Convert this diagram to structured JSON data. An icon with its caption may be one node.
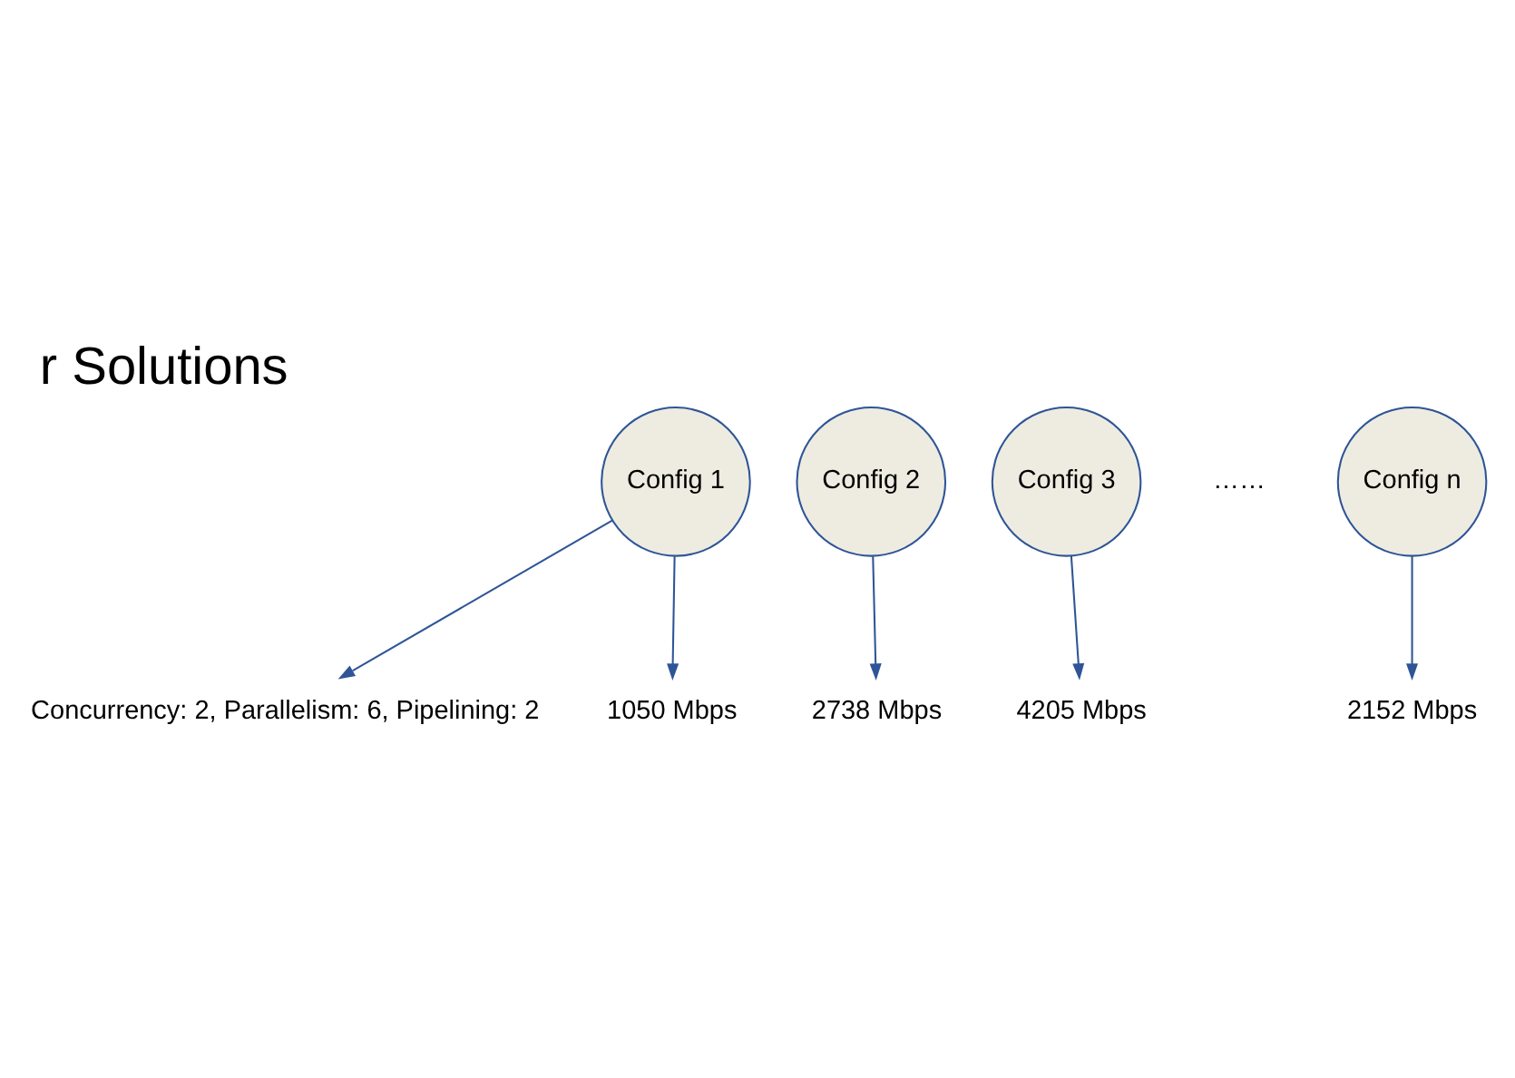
{
  "diagram": {
    "title": "r Solutions",
    "nodes": [
      {
        "text": [
          "Config 1"
        ]
      },
      {
        "text": [
          "Config 2"
        ]
      },
      {
        "text": [
          "Config 3"
        ]
      },
      {
        "text": [
          "Config n"
        ]
      },
      {
        "text": [
          "Concurrency: 2, Parallelism: 6, Pipelining: 2"
        ]
      },
      {
        "text": [
          "1050 Mbps"
        ]
      },
      {
        "text": [
          "2738 Mbps"
        ]
      },
      {
        "text": [
          "4205 Mbps"
        ]
      },
      {
        "text": [
          "2152 Mbps"
        ]
      }
    ],
    "edges": [
      {
        "from": 0,
        "to": 4,
        "arrow": "to"
      },
      {
        "from": 0,
        "to": 5,
        "arrow": "to"
      },
      {
        "from": 1,
        "to": 6,
        "arrow": "to"
      },
      {
        "from": 2,
        "to": 7,
        "arrow": "to"
      },
      {
        "from": 3,
        "to": 8,
        "arrow": "to"
      }
    ],
    "labels": [
      "……"
    ]
  }
}
